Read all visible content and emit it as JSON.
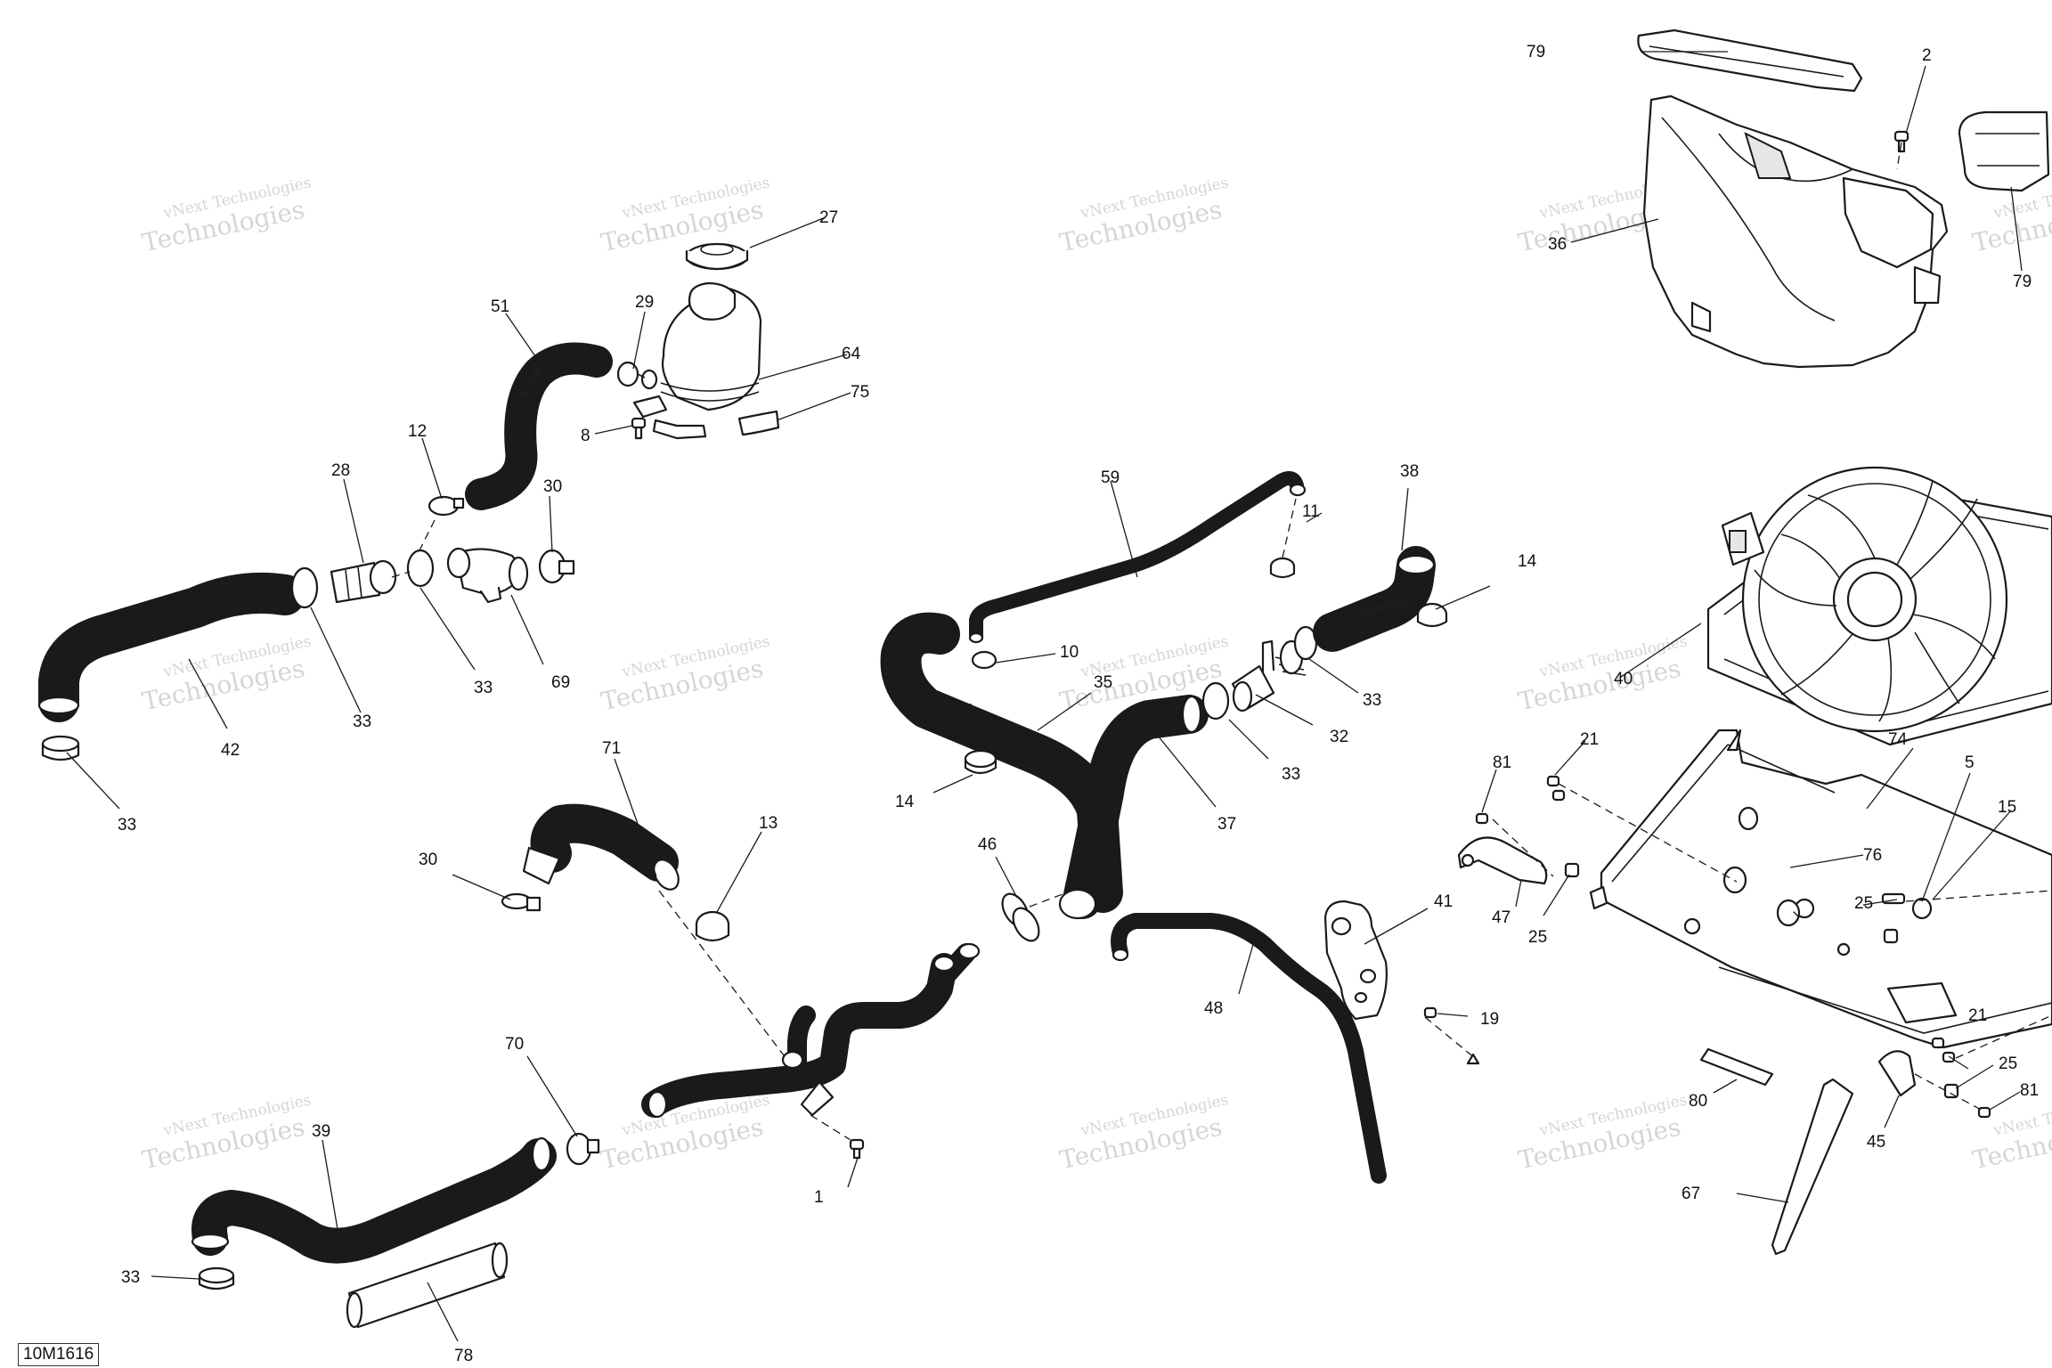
{
  "reference": "10M1616",
  "watermark": {
    "line1": "vNext Technologies",
    "line2": "Technologies"
  },
  "callouts": {
    "c1": "1",
    "c2": "2",
    "c5": "5",
    "c8": "8",
    "c10": "10",
    "c11": "11",
    "c12": "12",
    "c13": "13",
    "c14a": "14",
    "c14b": "14",
    "c15": "15",
    "c19": "19",
    "c21a": "21",
    "c21b": "21",
    "c25a": "25",
    "c25b": "25",
    "c25c": "25",
    "c27": "27",
    "c28": "28",
    "c29": "29",
    "c30a": "30",
    "c30b": "30",
    "c32": "32",
    "c33a": "33",
    "c33b": "33",
    "c33c": "33",
    "c33d": "33",
    "c33e": "33",
    "c33f": "33",
    "c35": "35",
    "c36": "36",
    "c37": "37",
    "c38": "38",
    "c39": "39",
    "c40": "40",
    "c41": "41",
    "c42": "42",
    "c45": "45",
    "c46": "46",
    "c47": "47",
    "c48": "48",
    "c51": "51",
    "c59": "59",
    "c64": "64",
    "c67": "67",
    "c69": "69",
    "c70": "70",
    "c71": "71",
    "c74": "74",
    "c75": "75",
    "c76": "76",
    "c78": "78",
    "c79a": "79",
    "c79b": "79",
    "c80": "80",
    "c81a": "81",
    "c81b": "81"
  }
}
